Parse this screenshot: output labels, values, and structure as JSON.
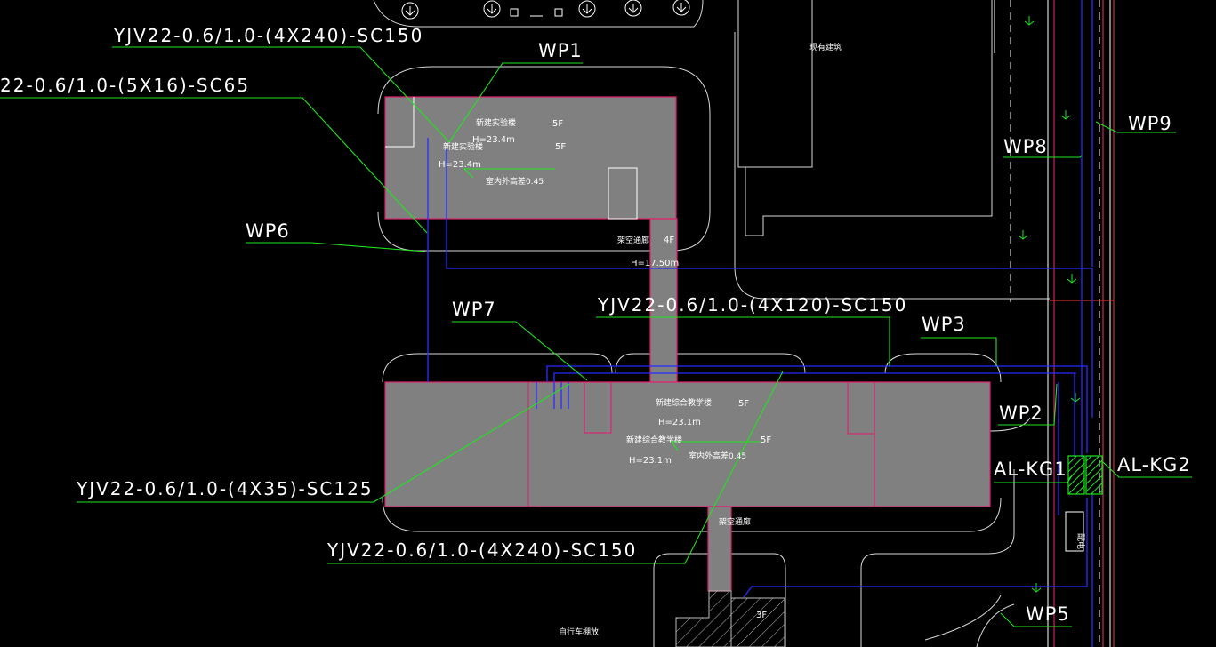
{
  "colors": {
    "background": "#000000",
    "building_fill": "#808080",
    "building_outline": "#e0206e",
    "leader_green": "#1ee61e",
    "cable_blue": "#2b2bff",
    "road_white": "#d8d8d8"
  },
  "cables": {
    "c1": "YJV22-0.6/1.0-(4X240)-SC150",
    "c2": "22-0.6/1.0-(5X16)-SC65",
    "c3": "YJV22-0.6/1.0-(4X120)-SC150",
    "c4": "YJV22-0.6/1.0-(4X35)-SC125",
    "c5": "YJV22-0.6/1.0-(4X240)-SC150"
  },
  "circuits": {
    "wp1": "WP1",
    "wp2": "WP2",
    "wp3": "WP3",
    "wp5": "WP5",
    "wp6": "WP6",
    "wp7": "WP7",
    "wp8": "WP8",
    "wp9": "WP9"
  },
  "panels": {
    "kg1": "AL-KG1",
    "kg2": "AL-KG2"
  },
  "buildings": {
    "lab": {
      "name": "新建实验楼",
      "name_dup": "新建实验楼",
      "floors": "5F",
      "floors_dup": "5F",
      "height": "H=23.4m",
      "height_dup": "H=23.4m",
      "elev": "室内外高差0.45"
    },
    "corridor_top": {
      "name": "架空通廊",
      "floors": "4F",
      "height": "H=17.50m"
    },
    "teaching": {
      "name": "新建综合教学楼",
      "name_dup": "新建综合教学楼",
      "floors": "5F",
      "floors_dup": "5F",
      "height": "H=23.1m",
      "height_dup": "H=23.1m",
      "elev": "室内外高差0.45"
    },
    "corridor_bottom": {
      "name": "架空通廊"
    },
    "existing": {
      "name": "现有建筑"
    },
    "hatched": {
      "floors": "3F"
    },
    "bike": {
      "name": "自行车棚放"
    },
    "substation": {
      "name": "配电"
    }
  },
  "icons": [
    "tree-icon",
    "hatch-pattern"
  ]
}
